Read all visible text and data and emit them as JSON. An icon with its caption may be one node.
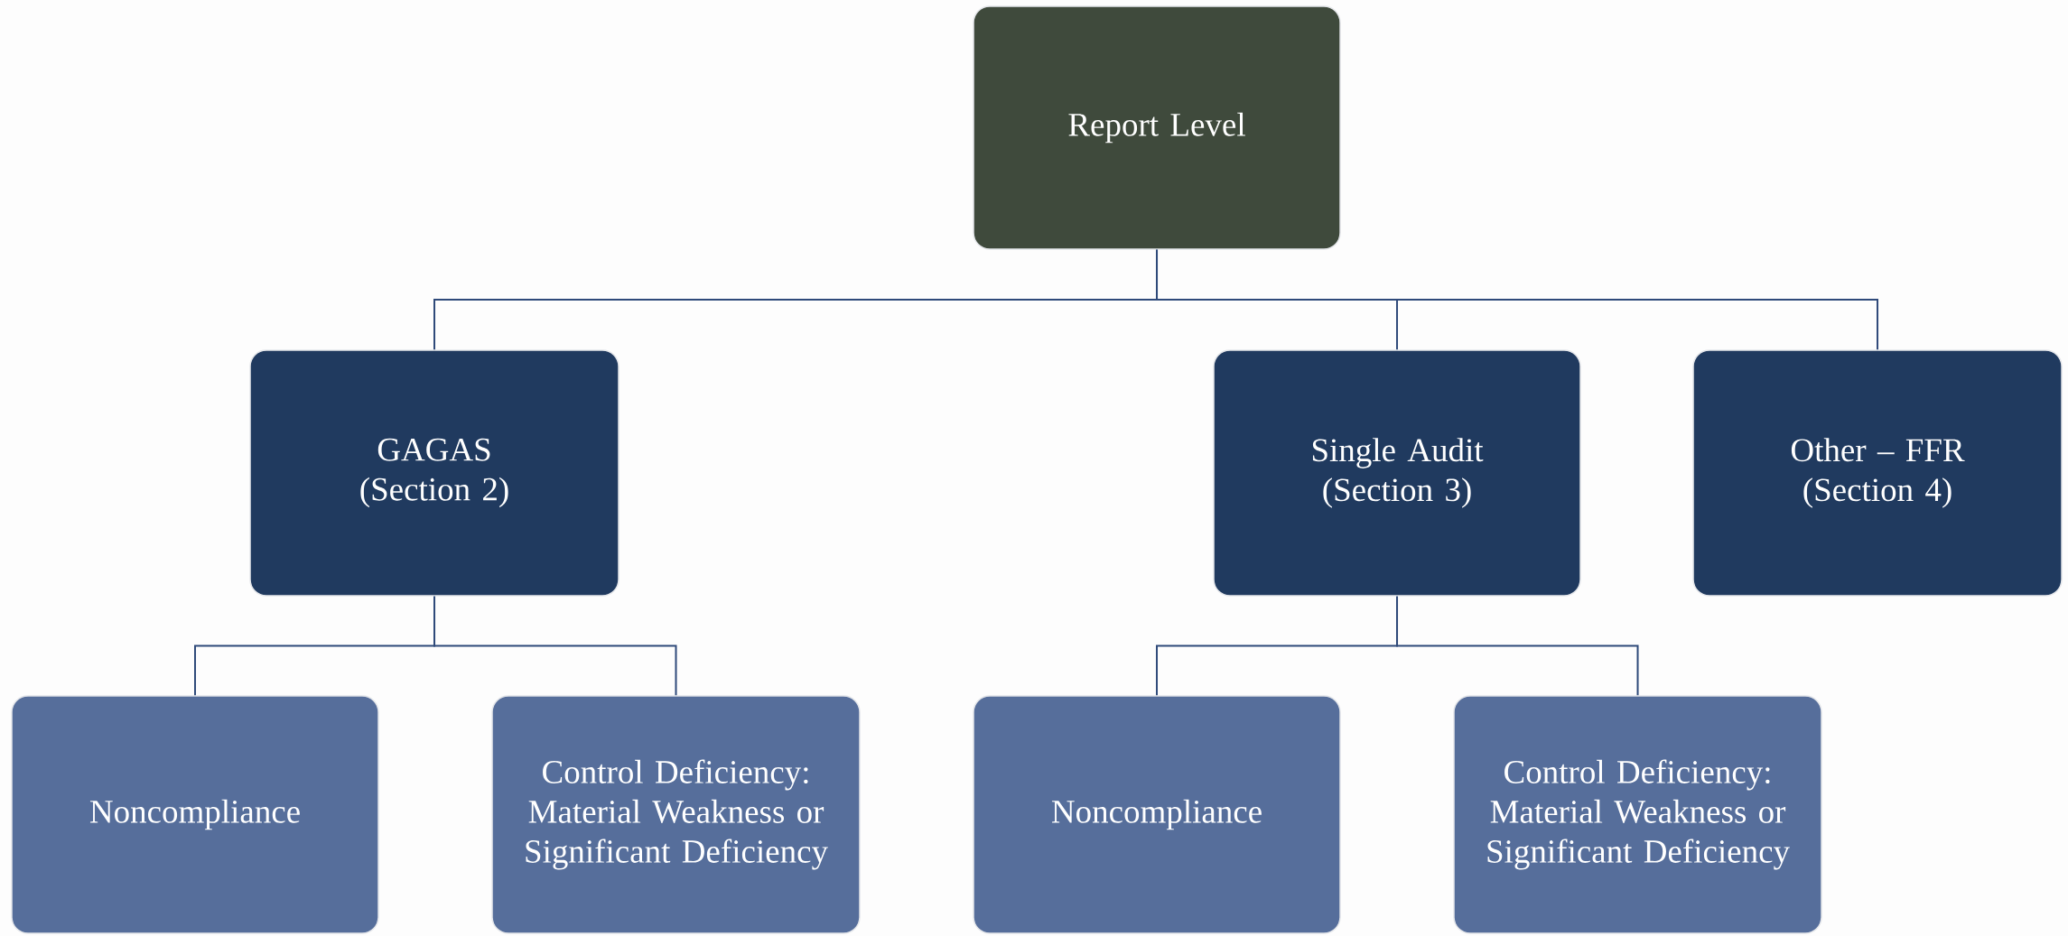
{
  "diagram": {
    "nodes": [
      {
        "text": [
          "Report Level"
        ]
      },
      {
        "text": [
          "GAGAS (Section 2)"
        ]
      },
      {
        "text": [
          "Single Audit (Section 3)"
        ]
      },
      {
        "text": [
          "Other – FFR (Section 4)"
        ]
      },
      {
        "text": [
          "Noncompliance"
        ]
      },
      {
        "text": [
          "Control Deficiency: Material Weakness or Significant Deficiency"
        ]
      },
      {
        "text": [
          "Noncompliance"
        ]
      },
      {
        "text": [
          "Control Deficiency: Material Weakness or Significant Deficiency"
        ]
      }
    ],
    "edges": [
      {
        "from": 0,
        "to": 1,
        "arrow": "none"
      },
      {
        "from": 0,
        "to": 2,
        "arrow": "none"
      },
      {
        "from": 0,
        "to": 3,
        "arrow": "none"
      },
      {
        "from": 1,
        "to": 4,
        "arrow": "none"
      },
      {
        "from": 1,
        "to": 5,
        "arrow": "none"
      },
      {
        "from": 2,
        "to": 6,
        "arrow": "none"
      },
      {
        "from": 2,
        "to": 7,
        "arrow": "none"
      }
    ]
  }
}
